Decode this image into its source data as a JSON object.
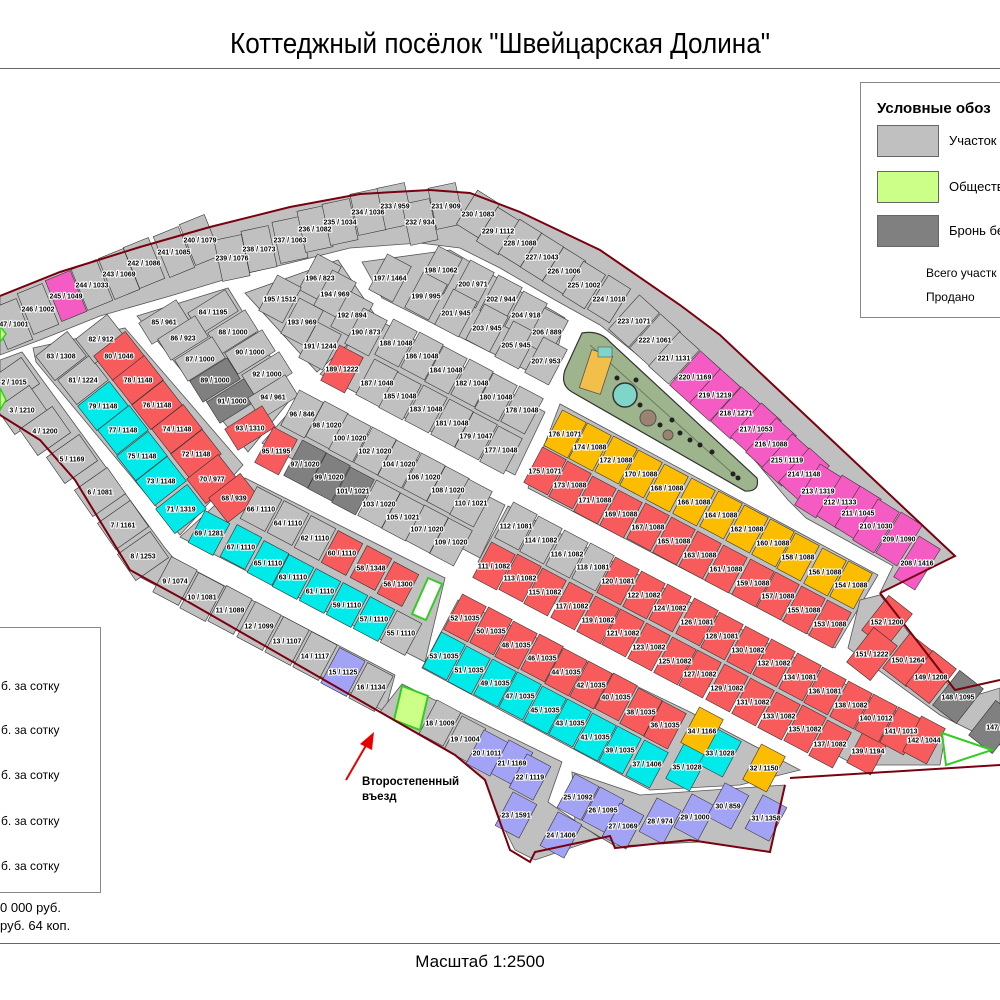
{
  "title": "Коттеджный посёлок \"Швейцарская Долина\"",
  "scale_label": "Масштаб 1:2500",
  "entrance_label": "Второстепенный\nвъезд",
  "colors": {
    "gray": "#c0c0c0",
    "red": "#f75b5b",
    "cyan": "#00eaea",
    "orange": "#fcbc00",
    "pink": "#f55cc3",
    "violet": "#a3a3f5",
    "reserved": "#808080",
    "public": "#ccff88",
    "boundary": "#7a0010",
    "public_stroke": "#33cc22",
    "park": "#9db48c"
  },
  "legend": {
    "title": "Условные обоз",
    "items": [
      {
        "label": "Участок",
        "status": "gray"
      },
      {
        "label": "Обществ",
        "status": "public"
      },
      {
        "label": "Бронь бе",
        "status": "reserved"
      }
    ],
    "total_label": "Всего участк",
    "sold_label": "Продано"
  },
  "prices": {
    "rows": [
      "б. за сотку",
      "б. за сотку",
      "б. за сотку",
      "б. за сотку",
      "б. за сотку"
    ],
    "note1": "0 000 руб.",
    "note2": "руб. 64 коп."
  },
  "plots": [
    {
      "label": "2 / 1015",
      "status": "gray"
    },
    {
      "label": "3 / 1210",
      "status": "gray"
    },
    {
      "label": "4 / 1200",
      "status": "gray"
    },
    {
      "label": "5 / 1169",
      "status": "gray"
    },
    {
      "label": "6 / 1081",
      "status": "gray"
    },
    {
      "label": "7 / 1161",
      "status": "gray"
    },
    {
      "label": "8 / 1253",
      "status": "gray"
    },
    {
      "label": "9 / 1074",
      "status": "gray"
    },
    {
      "label": "10 / 1081",
      "status": "gray"
    },
    {
      "label": "11 / 1089",
      "status": "gray"
    },
    {
      "label": "12 / 1099",
      "status": "gray"
    },
    {
      "label": "13 / 1107",
      "status": "gray"
    },
    {
      "label": "14 / 1117",
      "status": "gray"
    },
    {
      "label": "15 / 1125",
      "status": "violet"
    },
    {
      "label": "16 / 1134",
      "status": "gray"
    },
    {
      "label": "18 / 1009",
      "status": "gray"
    },
    {
      "label": "19 / 1004",
      "status": "gray"
    },
    {
      "label": "20 / 1011",
      "status": "violet"
    },
    {
      "label": "21 / 1169",
      "status": "violet"
    },
    {
      "label": "22 / 1119",
      "status": "violet"
    },
    {
      "label": "23 / 1591",
      "status": "violet"
    },
    {
      "label": "24 / 1406",
      "status": "violet"
    },
    {
      "label": "25 / 1092",
      "status": "violet"
    },
    {
      "label": "26 / 1095",
      "status": "violet"
    },
    {
      "label": "27 / 1069",
      "status": "violet"
    },
    {
      "label": "28 / 974",
      "status": "violet"
    },
    {
      "label": "29 / 1000",
      "status": "violet"
    },
    {
      "label": "30 / 859",
      "status": "violet"
    },
    {
      "label": "31 / 1358",
      "status": "violet"
    },
    {
      "label": "32 / 1150",
      "status": "orange"
    },
    {
      "label": "33 / 1028",
      "status": "cyan"
    },
    {
      "label": "34 / 1166",
      "status": "orange"
    },
    {
      "label": "35 / 1028",
      "status": "cyan"
    },
    {
      "label": "36 / 1035",
      "status": "red"
    },
    {
      "label": "37 / 1406",
      "status": "cyan"
    },
    {
      "label": "38 / 1035",
      "status": "red"
    },
    {
      "label": "39 / 1035",
      "status": "cyan"
    },
    {
      "label": "40 / 1035",
      "status": "red"
    },
    {
      "label": "41 / 1035",
      "status": "cyan"
    },
    {
      "label": "42 / 1035",
      "status": "red"
    },
    {
      "label": "43 / 1035",
      "status": "cyan"
    },
    {
      "label": "44 / 1035",
      "status": "red"
    },
    {
      "label": "45 / 1035",
      "status": "cyan"
    },
    {
      "label": "46 / 1035",
      "status": "red"
    },
    {
      "label": "47 / 1035",
      "status": "cyan"
    },
    {
      "label": "48 / 1035",
      "status": "red"
    },
    {
      "label": "49 / 1035",
      "status": "cyan"
    },
    {
      "label": "50 / 1035",
      "status": "red"
    },
    {
      "label": "51 / 1035",
      "status": "cyan"
    },
    {
      "label": "52 / 1035",
      "status": "red"
    },
    {
      "label": "53 / 1035",
      "status": "cyan"
    },
    {
      "label": "55 / 1110",
      "status": "gray"
    },
    {
      "label": "56 / 1300",
      "status": "red"
    },
    {
      "label": "57 / 1110",
      "status": "cyan"
    },
    {
      "label": "58 / 1348",
      "status": "red"
    },
    {
      "label": "59 / 1110",
      "status": "cyan"
    },
    {
      "label": "60 / 1110",
      "status": "red"
    },
    {
      "label": "61 / 1110",
      "status": "cyan"
    },
    {
      "label": "62 / 1110",
      "status": "gray"
    },
    {
      "label": "63 / 1110",
      "status": "cyan"
    },
    {
      "label": "64 / 1110",
      "status": "gray"
    },
    {
      "label": "65 / 1110",
      "status": "cyan"
    },
    {
      "label": "66 / 1110",
      "status": "gray"
    },
    {
      "label": "67 / 1110",
      "status": "cyan"
    },
    {
      "label": "68 / 939",
      "status": "red"
    },
    {
      "label": "69 / 1281",
      "status": "cyan"
    },
    {
      "label": "70 / 977",
      "status": "red"
    },
    {
      "label": "71 / 1319",
      "status": "cyan"
    },
    {
      "label": "72 / 1148",
      "status": "red"
    },
    {
      "label": "73 / 1148",
      "status": "cyan"
    },
    {
      "label": "74 / 1148",
      "status": "red"
    },
    {
      "label": "75 / 1148",
      "status": "cyan"
    },
    {
      "label": "76 / 1148",
      "status": "red"
    },
    {
      "label": "77 / 1148",
      "status": "cyan"
    },
    {
      "label": "78 / 1148",
      "status": "red"
    },
    {
      "label": "79 / 1148",
      "status": "cyan"
    },
    {
      "label": "80 / 1046",
      "status": "red"
    },
    {
      "label": "81 / 1224",
      "status": "gray"
    },
    {
      "label": "82 / 912",
      "status": "gray"
    },
    {
      "label": "83 / 1308",
      "status": "gray"
    },
    {
      "label": "84 / 1195",
      "status": "gray"
    },
    {
      "label": "85 / 961",
      "status": "gray"
    },
    {
      "label": "86 / 923",
      "status": "gray"
    },
    {
      "label": "87 / 1000",
      "status": "gray"
    },
    {
      "label": "88 / 1000",
      "status": "gray"
    },
    {
      "label": "89 / 1000",
      "status": "reserved"
    },
    {
      "label": "90 / 1000",
      "status": "gray"
    },
    {
      "label": "91 / 1000",
      "status": "reserved"
    },
    {
      "label": "92 / 1000",
      "status": "gray"
    },
    {
      "label": "93 / 1310",
      "status": "red"
    },
    {
      "label": "94 / 961",
      "status": "gray"
    },
    {
      "label": "95 / 1195",
      "status": "red"
    },
    {
      "label": "96 / 846",
      "status": "gray"
    },
    {
      "label": "97 / 1020",
      "status": "reserved"
    },
    {
      "label": "98 / 1020",
      "status": "gray"
    },
    {
      "label": "99 / 1020",
      "status": "reserved"
    },
    {
      "label": "100 / 1020",
      "status": "gray"
    },
    {
      "label": "101 / 1021",
      "status": "reserved"
    },
    {
      "label": "102 / 1020",
      "status": "gray"
    },
    {
      "label": "103 / 1020",
      "status": "gray"
    },
    {
      "label": "104 / 1020",
      "status": "gray"
    },
    {
      "label": "105 / 1021",
      "status": "gray"
    },
    {
      "label": "106 / 1020",
      "status": "gray"
    },
    {
      "label": "107 / 1020",
      "status": "gray"
    },
    {
      "label": "108 / 1020",
      "status": "gray"
    },
    {
      "label": "109 / 1020",
      "status": "gray"
    },
    {
      "label": "110 / 1021",
      "status": "gray"
    },
    {
      "label": "111 / 1082",
      "status": "red"
    },
    {
      "label": "112 / 1081",
      "status": "gray"
    },
    {
      "label": "113 / 1082",
      "status": "red"
    },
    {
      "label": "114 / 1082",
      "status": "gray"
    },
    {
      "label": "115 / 1082",
      "status": "red"
    },
    {
      "label": "116 / 1082",
      "status": "gray"
    },
    {
      "label": "117 / 1082",
      "status": "red"
    },
    {
      "label": "118 / 1081",
      "status": "gray"
    },
    {
      "label": "119 / 1082",
      "status": "red"
    },
    {
      "label": "120 / 1081",
      "status": "red"
    },
    {
      "label": "121 / 1082",
      "status": "red"
    },
    {
      "label": "122 / 1082",
      "status": "red"
    },
    {
      "label": "123 / 1082",
      "status": "red"
    },
    {
      "label": "124 / 1082",
      "status": "red"
    },
    {
      "label": "125 / 1082",
      "status": "red"
    },
    {
      "label": "126 / 1081",
      "status": "red"
    },
    {
      "label": "127 / 1082",
      "status": "red"
    },
    {
      "label": "128 / 1081",
      "status": "red"
    },
    {
      "label": "129 / 1082",
      "status": "red"
    },
    {
      "label": "130 / 1082",
      "status": "red"
    },
    {
      "label": "131 / 1082",
      "status": "red"
    },
    {
      "label": "132 / 1082",
      "status": "red"
    },
    {
      "label": "133 / 1082",
      "status": "red"
    },
    {
      "label": "134 / 1081",
      "status": "red"
    },
    {
      "label": "135 / 1082",
      "status": "red"
    },
    {
      "label": "136 / 1081",
      "status": "red"
    },
    {
      "label": "137 / 1082",
      "status": "red"
    },
    {
      "label": "138 / 1082",
      "status": "red"
    },
    {
      "label": "139 / 1194",
      "status": "red"
    },
    {
      "label": "140 / 1012",
      "status": "red"
    },
    {
      "label": "141 / 1013",
      "status": "red"
    },
    {
      "label": "142 / 1044",
      "status": "red"
    },
    {
      "label": "147 /",
      "status": "reserved"
    },
    {
      "label": "148 / 1095",
      "status": "reserved"
    },
    {
      "label": "149 / 1208",
      "status": "red"
    },
    {
      "label": "150 / 1264",
      "status": "red"
    },
    {
      "label": "151 / 1222",
      "status": "red"
    },
    {
      "label": "152 / 1200",
      "status": "red"
    },
    {
      "label": "153 / 1088",
      "status": "red"
    },
    {
      "label": "154 / 1088",
      "status": "orange"
    },
    {
      "label": "155 / 1088",
      "status": "red"
    },
    {
      "label": "156 / 1088",
      "status": "orange"
    },
    {
      "label": "157 / 1088",
      "status": "red"
    },
    {
      "label": "158 / 1088",
      "status": "orange"
    },
    {
      "label": "159 / 1088",
      "status": "red"
    },
    {
      "label": "160 / 1088",
      "status": "orange"
    },
    {
      "label": "161 / 1088",
      "status": "red"
    },
    {
      "label": "162 / 1088",
      "status": "orange"
    },
    {
      "label": "163 / 1088",
      "status": "red"
    },
    {
      "label": "164 / 1088",
      "status": "orange"
    },
    {
      "label": "165 / 1088",
      "status": "red"
    },
    {
      "label": "166 / 1088",
      "status": "orange"
    },
    {
      "label": "167 / 1088",
      "status": "red"
    },
    {
      "label": "168 / 1088",
      "status": "orange"
    },
    {
      "label": "169 / 1088",
      "status": "red"
    },
    {
      "label": "170 / 1088",
      "status": "orange"
    },
    {
      "label": "171 / 1088",
      "status": "red"
    },
    {
      "label": "172 / 1088",
      "status": "orange"
    },
    {
      "label": "173 / 1088",
      "status": "red"
    },
    {
      "label": "174 / 1088",
      "status": "orange"
    },
    {
      "label": "175 / 1071",
      "status": "red"
    },
    {
      "label": "176 / 1071",
      "status": "orange"
    },
    {
      "label": "177 / 1048",
      "status": "gray"
    },
    {
      "label": "178 / 1048",
      "status": "gray"
    },
    {
      "label": "179 / 1047",
      "status": "gray"
    },
    {
      "label": "180 / 1048",
      "status": "gray"
    },
    {
      "label": "181 / 1048",
      "status": "gray"
    },
    {
      "label": "182 / 1048",
      "status": "gray"
    },
    {
      "label": "183 / 1048",
      "status": "gray"
    },
    {
      "label": "184 / 1048",
      "status": "gray"
    },
    {
      "label": "185 / 1048",
      "status": "gray"
    },
    {
      "label": "186 / 1048",
      "status": "gray"
    },
    {
      "label": "187 / 1048",
      "status": "gray"
    },
    {
      "label": "188 / 1048",
      "status": "gray"
    },
    {
      "label": "189 / 1222",
      "status": "red"
    },
    {
      "label": "190 / 873",
      "status": "gray"
    },
    {
      "label": "191 / 1244",
      "status": "gray"
    },
    {
      "label": "192 / 894",
      "status": "gray"
    },
    {
      "label": "193 / 969",
      "status": "gray"
    },
    {
      "label": "194 / 969",
      "status": "gray"
    },
    {
      "label": "195 / 1512",
      "status": "gray"
    },
    {
      "label": "196 / 823",
      "status": "gray"
    },
    {
      "label": "197 / 1464",
      "status": "gray"
    },
    {
      "label": "198 / 1062",
      "status": "gray"
    },
    {
      "label": "199 / 995",
      "status": "gray"
    },
    {
      "label": "200 / 971",
      "status": "gray"
    },
    {
      "label": "201 / 945",
      "status": "gray"
    },
    {
      "label": "202 / 944",
      "status": "gray"
    },
    {
      "label": "203 / 945",
      "status": "gray"
    },
    {
      "label": "204 / 918",
      "status": "gray"
    },
    {
      "label": "205 / 945",
      "status": "gray"
    },
    {
      "label": "206 / 889",
      "status": "gray"
    },
    {
      "label": "207 / 953",
      "status": "gray"
    },
    {
      "label": "208 / 1416",
      "status": "pink"
    },
    {
      "label": "209 / 1090",
      "status": "pink"
    },
    {
      "label": "210 / 1030",
      "status": "pink"
    },
    {
      "label": "211 / 1045",
      "status": "pink"
    },
    {
      "label": "212 / 1133",
      "status": "pink"
    },
    {
      "label": "213 / 1319",
      "status": "pink"
    },
    {
      "label": "214 / 1148",
      "status": "pink"
    },
    {
      "label": "215 / 1119",
      "status": "pink"
    },
    {
      "label": "216 / 1088",
      "status": "pink"
    },
    {
      "label": "217 / 1053",
      "status": "pink"
    },
    {
      "label": "218 / 1271",
      "status": "pink"
    },
    {
      "label": "219 / 1219",
      "status": "pink"
    },
    {
      "label": "220 / 1169",
      "status": "pink"
    },
    {
      "label": "221 / 1131",
      "status": "gray"
    },
    {
      "label": "222 / 1061",
      "status": "gray"
    },
    {
      "label": "223 / 1071",
      "status": "gray"
    },
    {
      "label": "224 / 1018",
      "status": "gray"
    },
    {
      "label": "225 / 1002",
      "status": "gray"
    },
    {
      "label": "226 / 1006",
      "status": "gray"
    },
    {
      "label": "227 / 1043",
      "status": "gray"
    },
    {
      "label": "228 / 1088",
      "status": "gray"
    },
    {
      "label": "229 / 1112",
      "status": "gray"
    },
    {
      "label": "230 / 1083",
      "status": "gray"
    },
    {
      "label": "231 / 909",
      "status": "gray"
    },
    {
      "label": "232 / 934",
      "status": "gray"
    },
    {
      "label": "233 / 959",
      "status": "gray"
    },
    {
      "label": "234 / 1036",
      "status": "gray"
    },
    {
      "label": "235 / 1034",
      "status": "gray"
    },
    {
      "label": "236 / 1082",
      "status": "gray"
    },
    {
      "label": "237 / 1063",
      "status": "gray"
    },
    {
      "label": "238 / 1073",
      "status": "gray"
    },
    {
      "label": "239 / 1076",
      "status": "gray"
    },
    {
      "label": "240 / 1079",
      "status": "gray"
    },
    {
      "label": "241 / 1085",
      "status": "gray"
    },
    {
      "label": "242 / 1086",
      "status": "gray"
    },
    {
      "label": "243 / 1069",
      "status": "gray"
    },
    {
      "label": "244 / 1033",
      "status": "gray"
    },
    {
      "label": "245 / 1049",
      "status": "pink"
    },
    {
      "label": "246 / 1002",
      "status": "gray"
    },
    {
      "label": "247 / 1001",
      "status": "gray"
    }
  ]
}
